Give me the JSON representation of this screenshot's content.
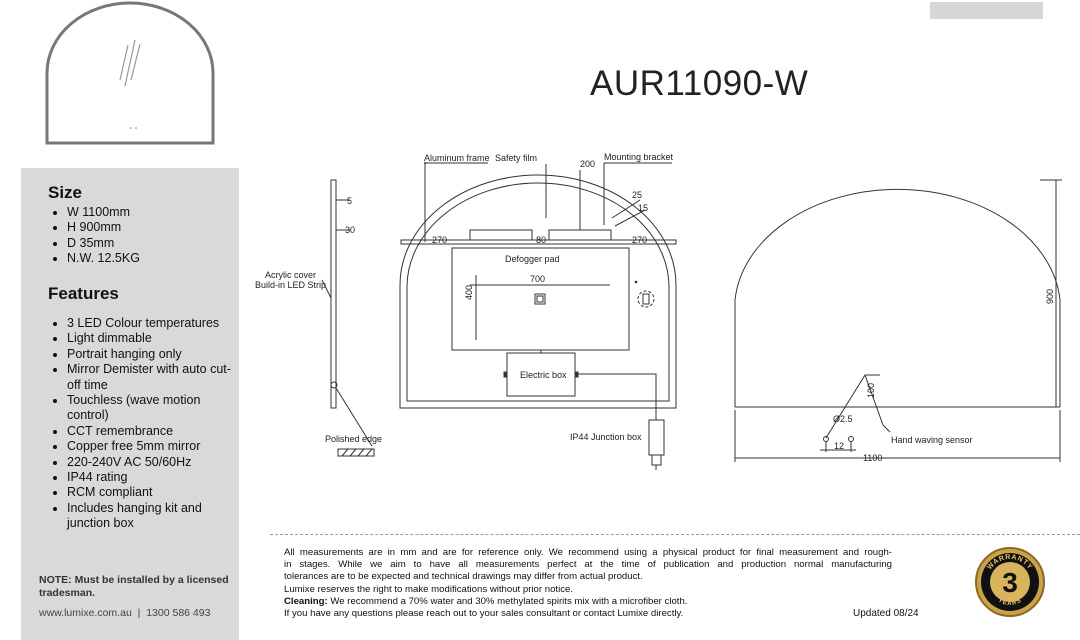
{
  "model": "AUR11090-W",
  "size": {
    "title": "Size",
    "items": [
      "W 1100mm",
      "H 900mm",
      "D 35mm",
      "N.W. 12.5KG"
    ]
  },
  "features": {
    "title": "Features",
    "items": [
      "3 LED Colour temperatures",
      "Light dimmable",
      "Portrait hanging only",
      "Mirror Demister with auto cut-off time",
      "Touchless (wave motion control)",
      "CCT remembrance",
      "Copper free 5mm mirror",
      "220-240V AC 50/60Hz",
      "IP44 rating",
      "RCM compliant",
      "Includes hanging kit and junction box"
    ]
  },
  "note": {
    "label": "NOTE: Must be installed by a licensed tradesman."
  },
  "contact": {
    "website": "www.lumixe.com.au",
    "separator": "|",
    "phone": "1300 586 493"
  },
  "drawing_labels": {
    "aluminum_frame": "Aluminum frame",
    "safety_film": "Safety film",
    "mounting_bracket": "Mounting bracket",
    "acrylic_cover": "Acrylic cover",
    "led_strip": "Build-in LED Strip",
    "polished_edge": "Polished edge",
    "defogger_pad": "Defogger pad",
    "electric_box": "Electric box",
    "junction_box": "IP44 Junction box",
    "hand_sensor": "Hand  waving sensor"
  },
  "dimensions": {
    "d5": "5",
    "d30": "30",
    "d270_left": "270",
    "d80": "80",
    "d200": "200",
    "d25": "25",
    "d15": "15",
    "d270_right": "270",
    "d700": "700",
    "d400": "400",
    "d900": "900",
    "d100": "100",
    "d2_5": "Ø2.5",
    "d12": "12",
    "d1100": "1100"
  },
  "disclaimer": {
    "line1": "All measurements are in mm and are for reference only.  We recommend using a physical product for final measurement and rough-",
    "line2": "in stages.   While we aim to have all measurements perfect at the time of publication and production normal manufacturing",
    "line3": "tolerances are to be expected and technical drawings may differ from actual product.",
    "line4": "Lumixe reserves the right to make modifications without prior notice.",
    "cleaning_label": "Cleaning:",
    "cleaning_text": " We recommend a 70% water and 30% methylated spirits mix with a microfiber cloth.",
    "line6": "If you have any questions please reach out to your sales consultant or contact Lumixe directly."
  },
  "updated": "Updated 08/24",
  "warranty": {
    "top_text": "WARRANTY",
    "number": "3",
    "bottom_text": "YEARS"
  },
  "colors": {
    "sidebar_bg": "#d9d9d9",
    "line": "#333333",
    "gold": "#c9a24a"
  }
}
